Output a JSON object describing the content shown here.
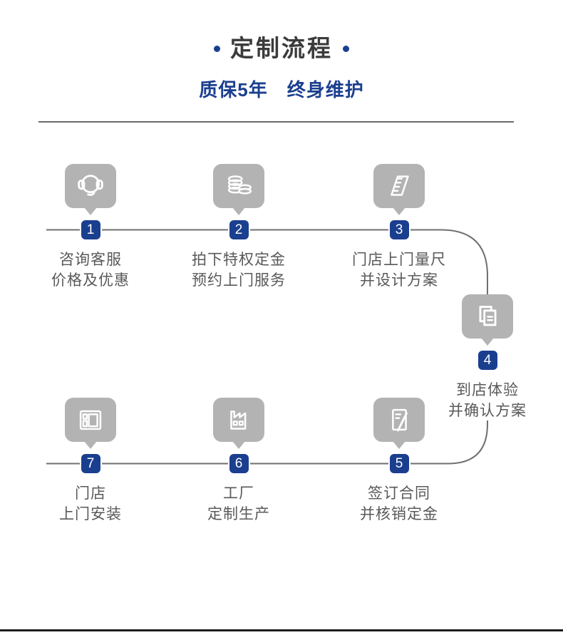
{
  "header": {
    "title": "定制流程",
    "subtitle": "质保5年　终身维护"
  },
  "steps": [
    {
      "num": "1",
      "icon": "headset-icon",
      "line1": "咨询客服",
      "line2": "价格及优惠"
    },
    {
      "num": "2",
      "icon": "coins-icon",
      "line1": "拍下特权定金",
      "line2": "预约上门服务"
    },
    {
      "num": "3",
      "icon": "ruler-icon",
      "line1": "门店上门量尺",
      "line2": "并设计方案"
    },
    {
      "num": "4",
      "icon": "documents-icon",
      "line1": "到店体验",
      "line2": "并确认方案"
    },
    {
      "num": "5",
      "icon": "contract-icon",
      "line1": "签订合同",
      "line2": "并核销定金"
    },
    {
      "num": "6",
      "icon": "factory-icon",
      "line1": "工厂",
      "line2": "定制生产"
    },
    {
      "num": "7",
      "icon": "cabinet-icon",
      "line1": "门店",
      "line2": "上门安装"
    }
  ],
  "colors": {
    "accent_navy": "#1b3f8f",
    "title_dark": "#3b3b3b",
    "icon_gray": "#b3b3b4",
    "flow_line_gray": "#6f6f6f",
    "text_gray": "#59595b",
    "divider_gray": "#6a6a6a",
    "bottom_bar_dark": "#1c1c1c"
  }
}
